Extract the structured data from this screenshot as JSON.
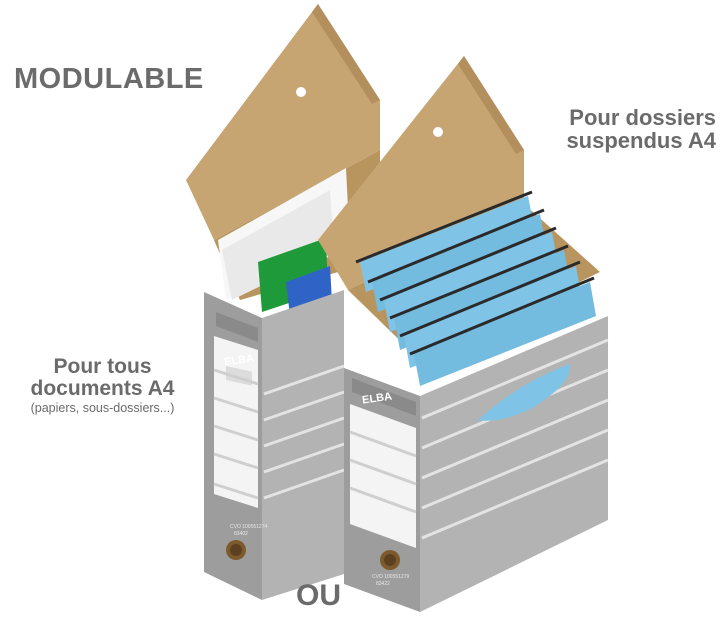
{
  "labels": {
    "modulable": "MODULABLE",
    "suspendus_line1": "Pour dossiers",
    "suspendus_line2": "suspendus A4",
    "tous_line1": "Pour tous",
    "tous_line2": "documents A4",
    "tous_sub": "(papiers, sous-dossiers...)",
    "ou": "OU"
  },
  "box_left": {
    "brand": "ELBA",
    "code": "CVO 100551274",
    "ref": "83402"
  },
  "box_right": {
    "brand": "ELBA",
    "code": "CVO 100551279",
    "ref": "83422"
  },
  "colors": {
    "cardboard": "#c9a878",
    "box_grey": "#a6a6a6",
    "label_white": "#f4f4f4",
    "folder_blue": "#7fc3e6",
    "folder_green": "#1f9a3a",
    "text_grey": "#6b6b6b"
  }
}
